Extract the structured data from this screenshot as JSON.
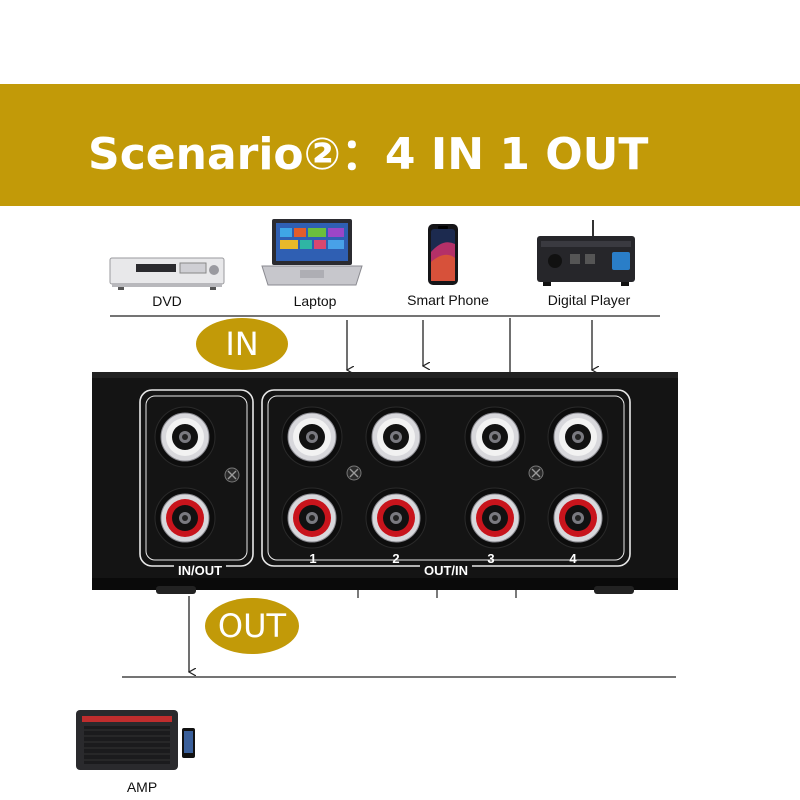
{
  "banner": {
    "title": "Scenario②：4 IN 1 OUT"
  },
  "devices": {
    "dvd": "DVD",
    "laptop": "Laptop",
    "smart_phone": "Smart Phone",
    "digital_player": "Digital Player",
    "amp": "AMP"
  },
  "badges": {
    "in": "IN",
    "out": "OUT"
  },
  "switch_box": {
    "left_label": "IN/OUT",
    "right_label": "OUT/IN",
    "port_numbers": [
      "1",
      "2",
      "3",
      "4"
    ]
  },
  "colors": {
    "accent": "#c29a08",
    "panel": "#141414",
    "white_jack": "#f2f2f2",
    "red_jack": "#c8141c"
  }
}
